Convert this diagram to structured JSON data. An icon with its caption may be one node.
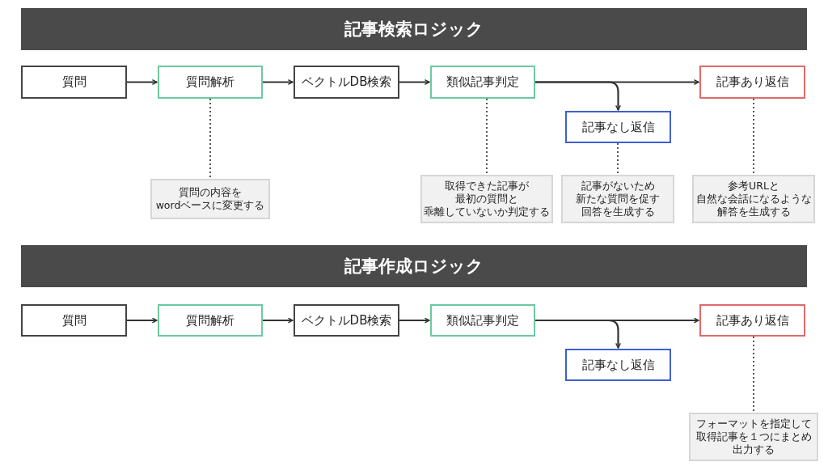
{
  "diagram": {
    "nodes": [
      {
        "text": [
          "記事検索ロジック"
        ]
      },
      {
        "text": [
          "質問"
        ]
      },
      {
        "text": [
          "質問解析"
        ]
      },
      {
        "text": [
          "ベクトルDB検索"
        ]
      },
      {
        "text": [
          "類似記事判定"
        ]
      },
      {
        "text": [
          "記事あり返信"
        ]
      },
      {
        "text": [
          "記事なし返信"
        ]
      },
      {
        "text": [
          "質問の内容をwordベースに変更する"
        ]
      },
      {
        "text": [
          "取得できた記事が最初の質問と乖離していないか判定する"
        ]
      },
      {
        "text": [
          "記事がないため新たな質問を促す回答を生成する"
        ]
      },
      {
        "text": [
          "参考URLと自然な会話になるような解答を生成する"
        ]
      },
      {
        "text": [
          "記事作成ロジック"
        ]
      },
      {
        "text": [
          "質問"
        ]
      },
      {
        "text": [
          "質問解析"
        ]
      },
      {
        "text": [
          "ベクトルDB検索"
        ]
      },
      {
        "text": [
          "類似記事判定"
        ]
      },
      {
        "text": [
          "記事あり返信"
        ]
      },
      {
        "text": [
          "記事なし返信"
        ]
      },
      {
        "text": [
          "フォーマットを指定して取得記事を１つにまとめ出力する"
        ]
      }
    ],
    "edges": [
      {
        "from": 1,
        "to": 2,
        "arrow": "to"
      },
      {
        "from": 2,
        "to": 3,
        "arrow": "to"
      },
      {
        "from": 3,
        "to": 4,
        "arrow": "to"
      },
      {
        "from": 4,
        "to": 5,
        "arrow": "to"
      },
      {
        "from": 4,
        "to": 6,
        "arrow": "to"
      },
      {
        "from": 2,
        "to": 7,
        "arrow": "none",
        "style": "dashed"
      },
      {
        "from": 4,
        "to": 8,
        "arrow": "none",
        "style": "dashed"
      },
      {
        "from": 6,
        "to": 9,
        "arrow": "none",
        "style": "dashed"
      },
      {
        "from": 5,
        "to": 10,
        "arrow": "none",
        "style": "dashed"
      },
      {
        "from": 12,
        "to": 13,
        "arrow": "to"
      },
      {
        "from": 13,
        "to": 14,
        "arrow": "to"
      },
      {
        "from": 14,
        "to": 15,
        "arrow": "to"
      },
      {
        "from": 15,
        "to": 16,
        "arrow": "to"
      },
      {
        "from": 15,
        "to": 17,
        "arrow": "to"
      },
      {
        "from": 16,
        "to": 18,
        "arrow": "none",
        "style": "dashed"
      }
    ]
  }
}
